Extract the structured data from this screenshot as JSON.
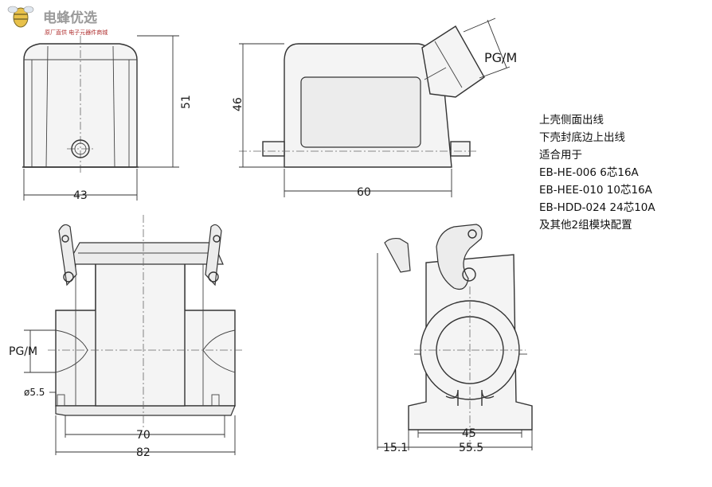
{
  "logo": {
    "name": "电蜂优选",
    "tagline": "原厂直供 电子元器件商城"
  },
  "dimensions": {
    "front_width": "43",
    "front_height": "51",
    "side_height": "46",
    "side_width": "60",
    "side_cable": "PG/M",
    "bottom_left_width_inner": "70",
    "bottom_left_width_outer": "82",
    "bottom_left_cable": "PG/M",
    "bottom_left_hole": "ø5.5",
    "bottom_right_offset": "15.1",
    "bottom_right_inner": "45",
    "bottom_right_outer": "55.5"
  },
  "notes": [
    "上壳侧面出线",
    "下壳封底边上出线",
    "适合用于",
    "EB-HE-006 6芯16A",
    "EB-HEE-010 10芯16A",
    "EB-HDD-024 24芯10A",
    "及其他2组模块配置"
  ]
}
